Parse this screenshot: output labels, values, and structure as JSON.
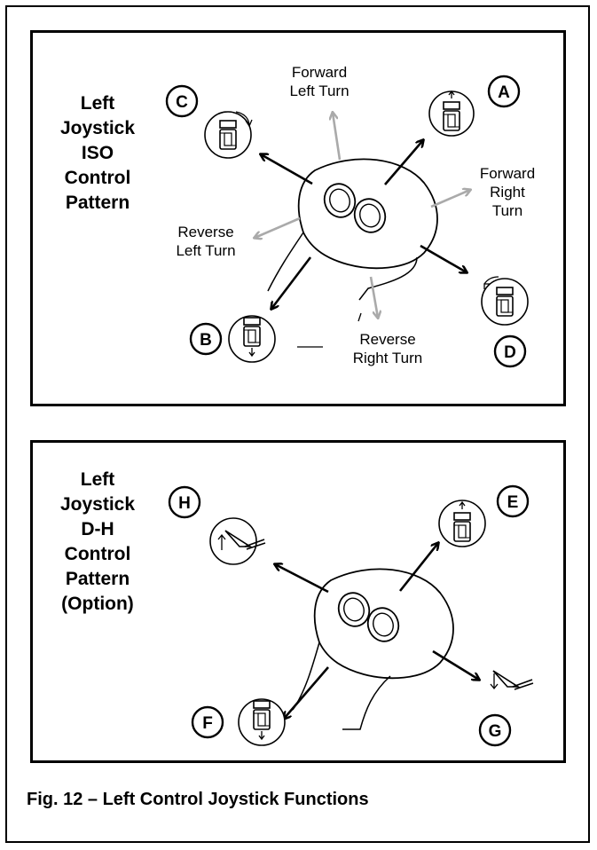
{
  "panel_iso": {
    "title": [
      "Left",
      "Joystick",
      "ISO",
      "Control",
      "Pattern"
    ],
    "labels": {
      "fwd_left": [
        "Forward",
        "Left Turn"
      ],
      "fwd_right": [
        "Forward",
        "Right",
        "Turn"
      ],
      "rev_left": [
        "Reverse",
        "Left Turn"
      ],
      "rev_right": [
        "Reverse",
        "Right Turn"
      ]
    },
    "callouts": {
      "a": "A",
      "b": "B",
      "c": "C",
      "d": "D"
    }
  },
  "panel_dh": {
    "title": [
      "Left",
      "Joystick",
      "D-H",
      "Control",
      "Pattern",
      "(Option)"
    ],
    "callouts": {
      "e": "E",
      "f": "F",
      "g": "G",
      "h": "H"
    }
  },
  "caption": "Fig. 12 – Left Control Joystick Functions",
  "colors": {
    "primary_arrow": "#000000",
    "secondary_arrow": "#aaaaaa"
  }
}
